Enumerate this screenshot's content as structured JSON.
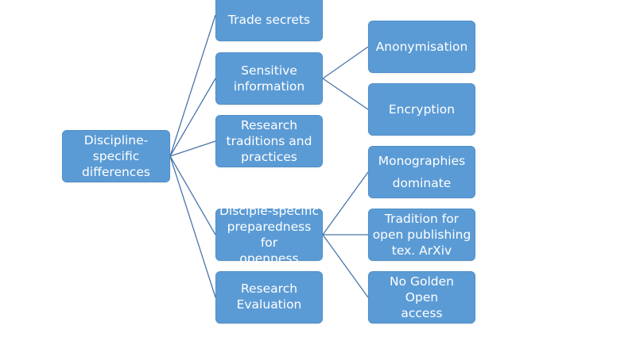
{
  "diagram": {
    "type": "tree",
    "colors": {
      "node_fill": "#5b9bd5",
      "node_text": "#ffffff",
      "connector": "#4a76a8",
      "background": "#ffffff"
    },
    "root": {
      "id": "root",
      "label": "Discipline-\nspecific\ndifferences"
    },
    "level1": [
      {
        "id": "trade",
        "label": "Trade secrets"
      },
      {
        "id": "sensitive",
        "label": "Sensitive\ninformation"
      },
      {
        "id": "traditions",
        "label": "Research\ntraditions and\npractices"
      },
      {
        "id": "preparedness",
        "label": "Disciple-specific\npreparedness for\nopenness"
      },
      {
        "id": "evaluation",
        "label": "Research\nEvaluation"
      }
    ],
    "level2": [
      {
        "id": "anon",
        "parent": "sensitive",
        "label": "Anonymisation"
      },
      {
        "id": "enc",
        "parent": "sensitive",
        "label": "Encryption"
      },
      {
        "id": "mono",
        "parent": "preparedness",
        "label": "Monographies\n\ndominate"
      },
      {
        "id": "trad",
        "parent": "preparedness",
        "label": "Tradition for\nopen publishing\ntex. ArXiv"
      },
      {
        "id": "gold",
        "parent": "preparedness",
        "label": "No Golden Open\naccess\npublications"
      }
    ]
  }
}
